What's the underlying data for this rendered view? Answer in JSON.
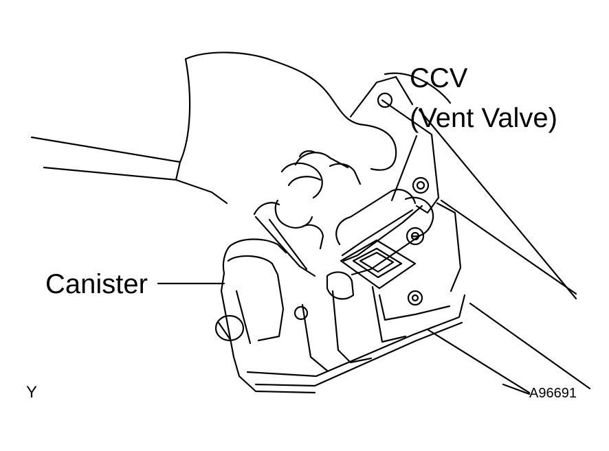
{
  "labels": {
    "ccv": "CCV",
    "vent_valve": "(Vent Valve)",
    "canister": "Canister",
    "corner_mark": "Y",
    "figure_code": "A96691"
  },
  "colors": {
    "line": "#000000",
    "background": "#ffffff"
  }
}
